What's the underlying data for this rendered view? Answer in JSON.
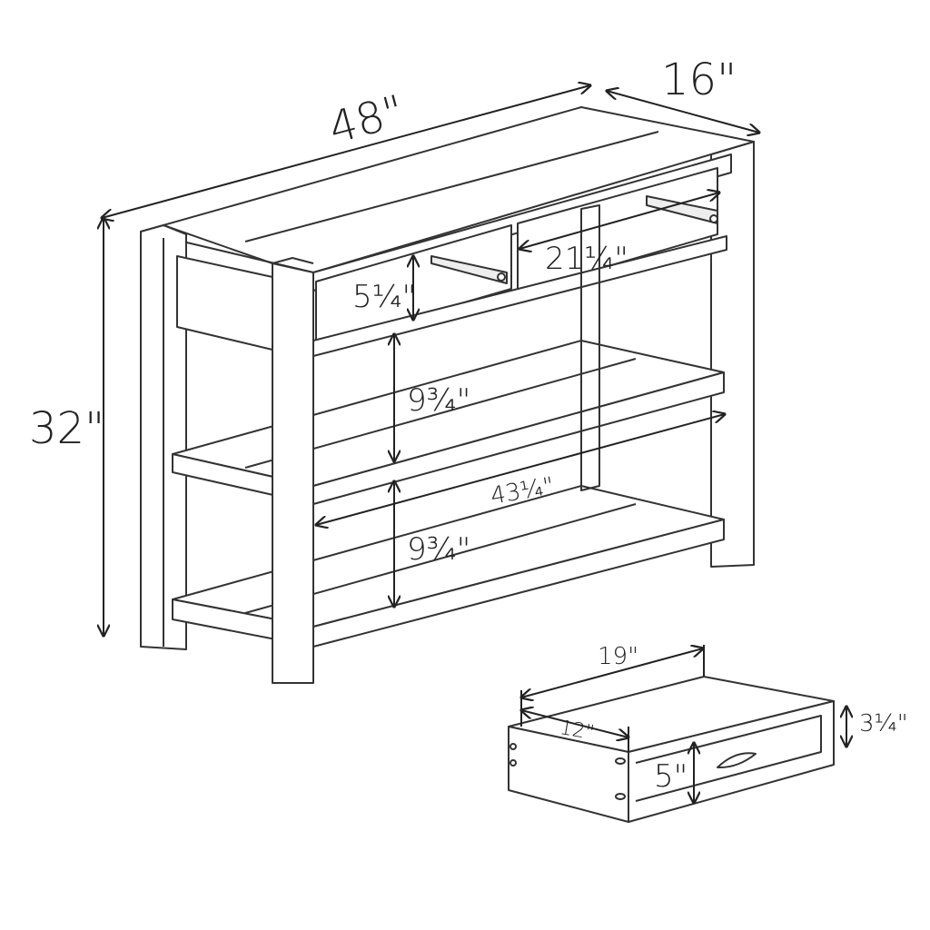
{
  "diagram": {
    "subject": "console table with two drawers and two lower shelves",
    "dimensions": {
      "overall_width": "48\"",
      "overall_depth": "16\"",
      "overall_height": "32\"",
      "drawer_opening_height": "5¼\"",
      "drawer_opening_width": "21¼\"",
      "middle_shelf_clearance": "9¾\"",
      "bottom_shelf_clearance": "9¾\"",
      "shelf_width": "43¼\""
    },
    "drawer": {
      "depth_outer": "19\"",
      "depth_inner": "12\"",
      "front_height": "5\"",
      "side_height": "3¼\""
    }
  }
}
